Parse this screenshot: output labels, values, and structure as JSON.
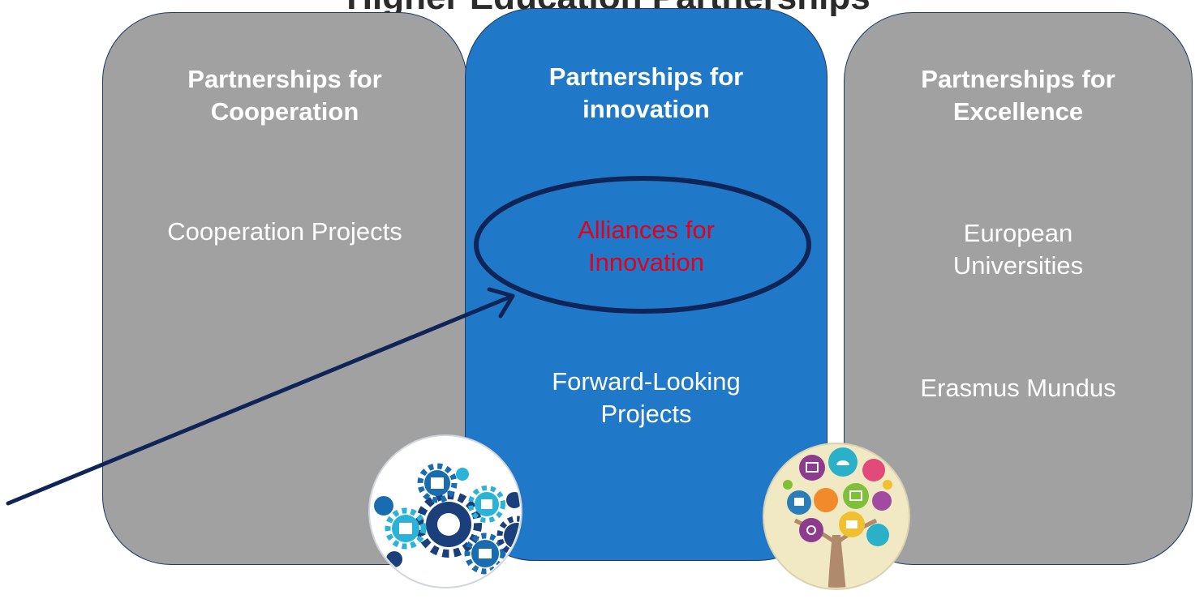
{
  "title": "Higher Education Partnerships",
  "panels": {
    "cooperation": {
      "title_line1": "Partnerships for",
      "title_line2": "Cooperation",
      "item1": "Cooperation Projects"
    },
    "innovation": {
      "title_line1": "Partnerships for",
      "title_line2": "innovation",
      "highlight_line1": "Alliances for",
      "highlight_line2": "Innovation",
      "item2_line1": "Forward-Looking",
      "item2_line2": "Projects"
    },
    "excellence": {
      "title_line1": "Partnerships for",
      "title_line2": "Excellence",
      "item1_line1": "European",
      "item1_line2": "Universities",
      "item2": "Erasmus Mundus"
    }
  },
  "icons": {
    "left": "gears-icon",
    "right": "knowledge-tree-icon"
  },
  "colors": {
    "gray_panel": "#a1a1a1",
    "blue_panel": "#1f78c8",
    "highlight_text": "#e3001b",
    "arrow": "#0f2557"
  }
}
